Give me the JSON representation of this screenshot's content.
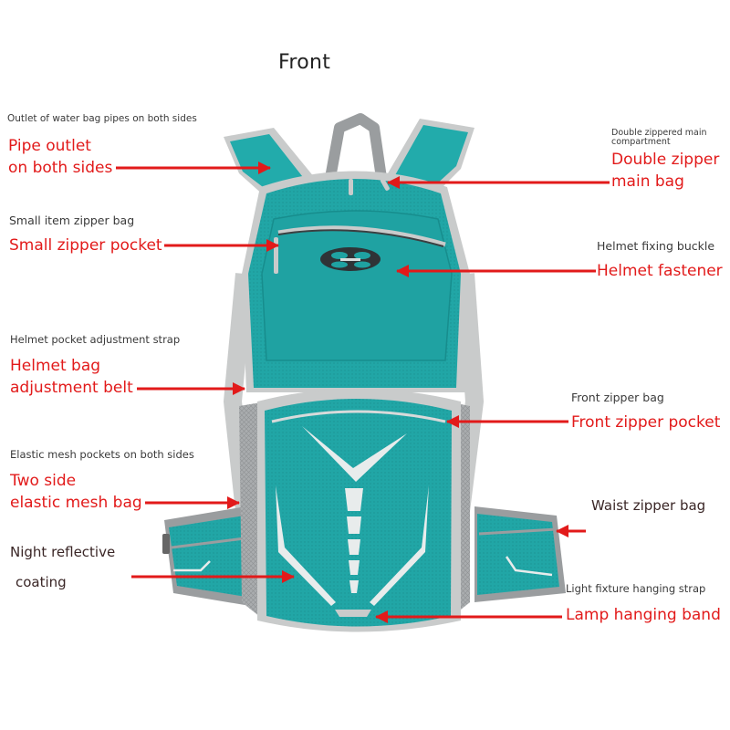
{
  "title": "Front",
  "product": {
    "type": "hydration cycling backpack",
    "colors": {
      "fabric": "#21a6a6",
      "fabric_dark": "#168585",
      "trim": "#c9cbcb",
      "mesh": "#9a9d9f",
      "buckle": "#2f3336",
      "reflective": "#e8ecec"
    }
  },
  "callouts": {
    "pipe_outlet": {
      "subtitle": "Outlet of water bag pipes on both sides",
      "line1": "Pipe outlet",
      "line2": "on both sides"
    },
    "small_pocket": {
      "subtitle": "Small item zipper bag",
      "line1": "Small zipper pocket"
    },
    "helmet_belt": {
      "subtitle": "Helmet pocket adjustment strap",
      "line1": "Helmet bag",
      "line2": "adjustment belt"
    },
    "mesh_bag": {
      "subtitle": "Elastic mesh pockets on both sides",
      "line1": "Two side",
      "line2": "elastic mesh bag"
    },
    "reflective": {
      "line1": "Night reflective",
      "line2": "coating"
    },
    "main_bag": {
      "subtitle": "Double zippered main compartment",
      "line1": "Double zipper",
      "line2": "main bag"
    },
    "helmet_fastener": {
      "subtitle": "Helmet fixing buckle",
      "line1": "Helmet fastener"
    },
    "front_pocket": {
      "subtitle": "Front zipper bag",
      "line1": "Front zipper pocket"
    },
    "waist_bag": {
      "subtitle": "Waist zipper bag"
    },
    "lamp_band": {
      "subtitle": "Light fixture hanging strap",
      "line1": "Lamp hanging band"
    }
  },
  "arrow_color": "#e21a1a"
}
